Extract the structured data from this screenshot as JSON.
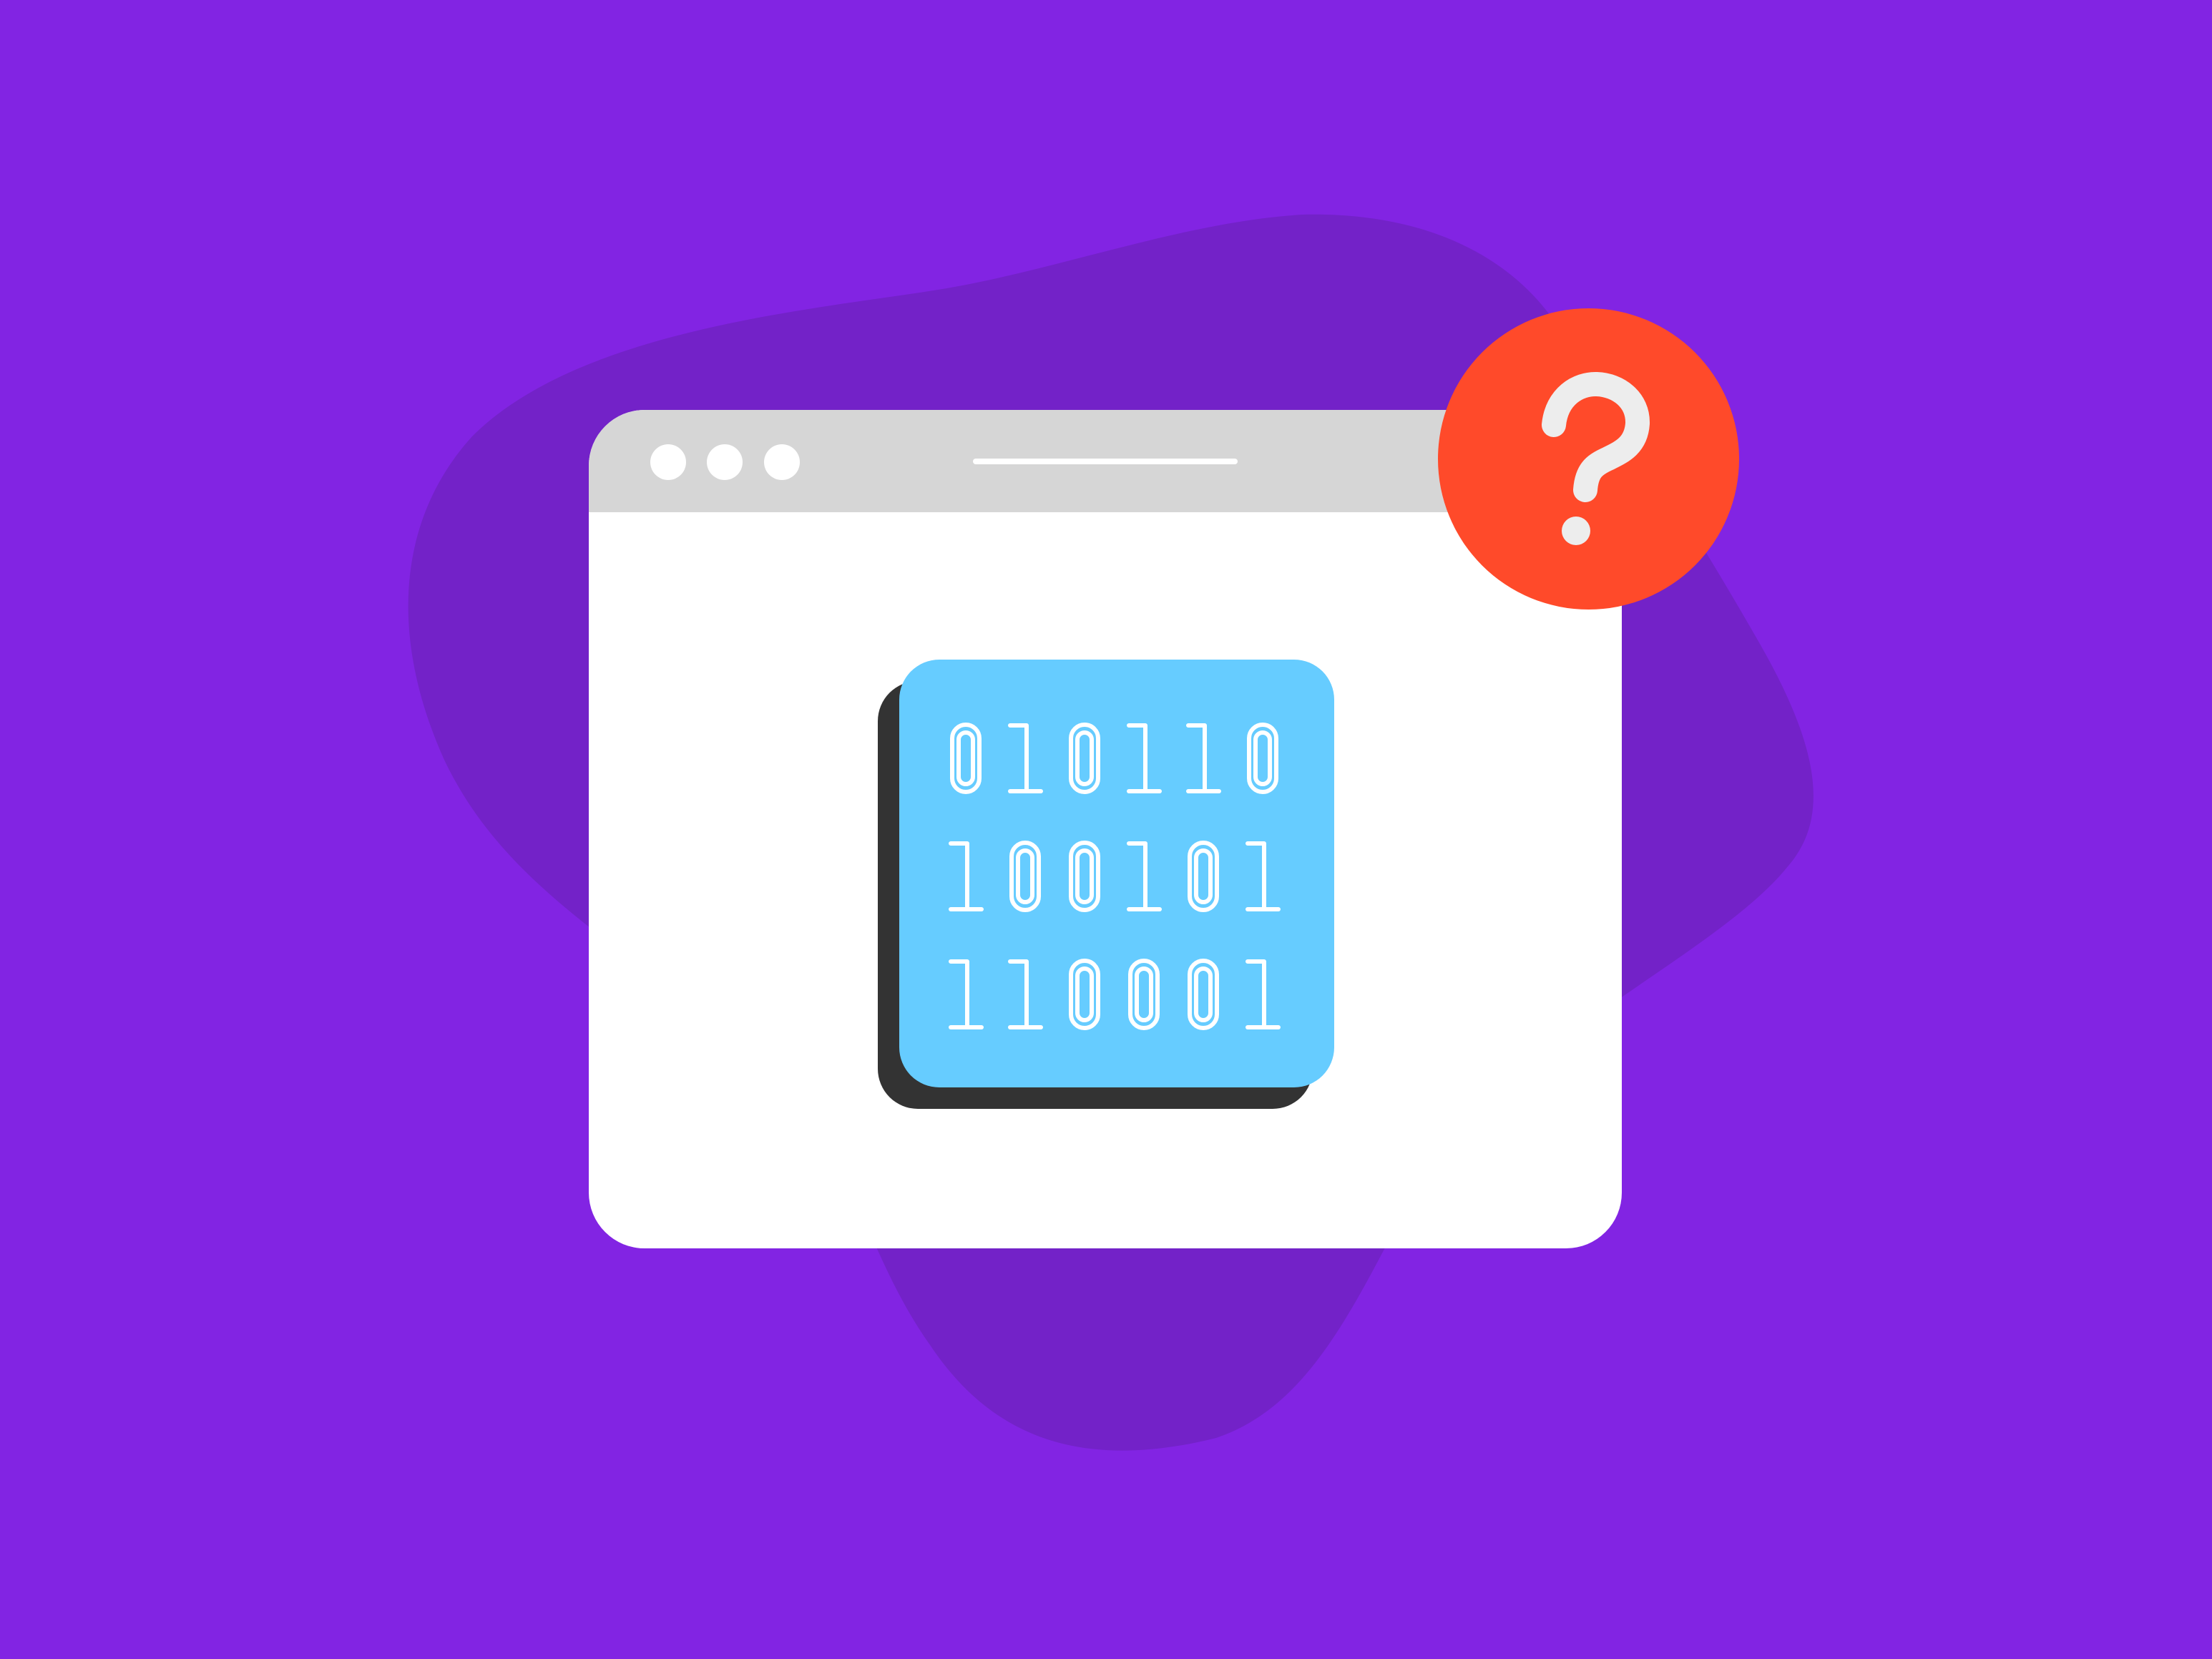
{
  "colors": {
    "background": "#8224E3",
    "blob": "#7322C8",
    "window": "#FFFFFF",
    "title_bar": "#D6D6D6",
    "card": "#66CCFF",
    "card_shadow": "#333333",
    "digit_stroke": "#FFFFFF",
    "badge": "#FF4A2A",
    "question_mark": "#EDEDED"
  },
  "binary_rows": [
    "010110",
    "100101",
    "110001"
  ],
  "icons": {
    "window_controls": [
      "window-dot-icon",
      "window-dot-icon",
      "window-dot-icon"
    ],
    "address_bar": "address-line-icon",
    "badge": "question-mark-icon"
  }
}
